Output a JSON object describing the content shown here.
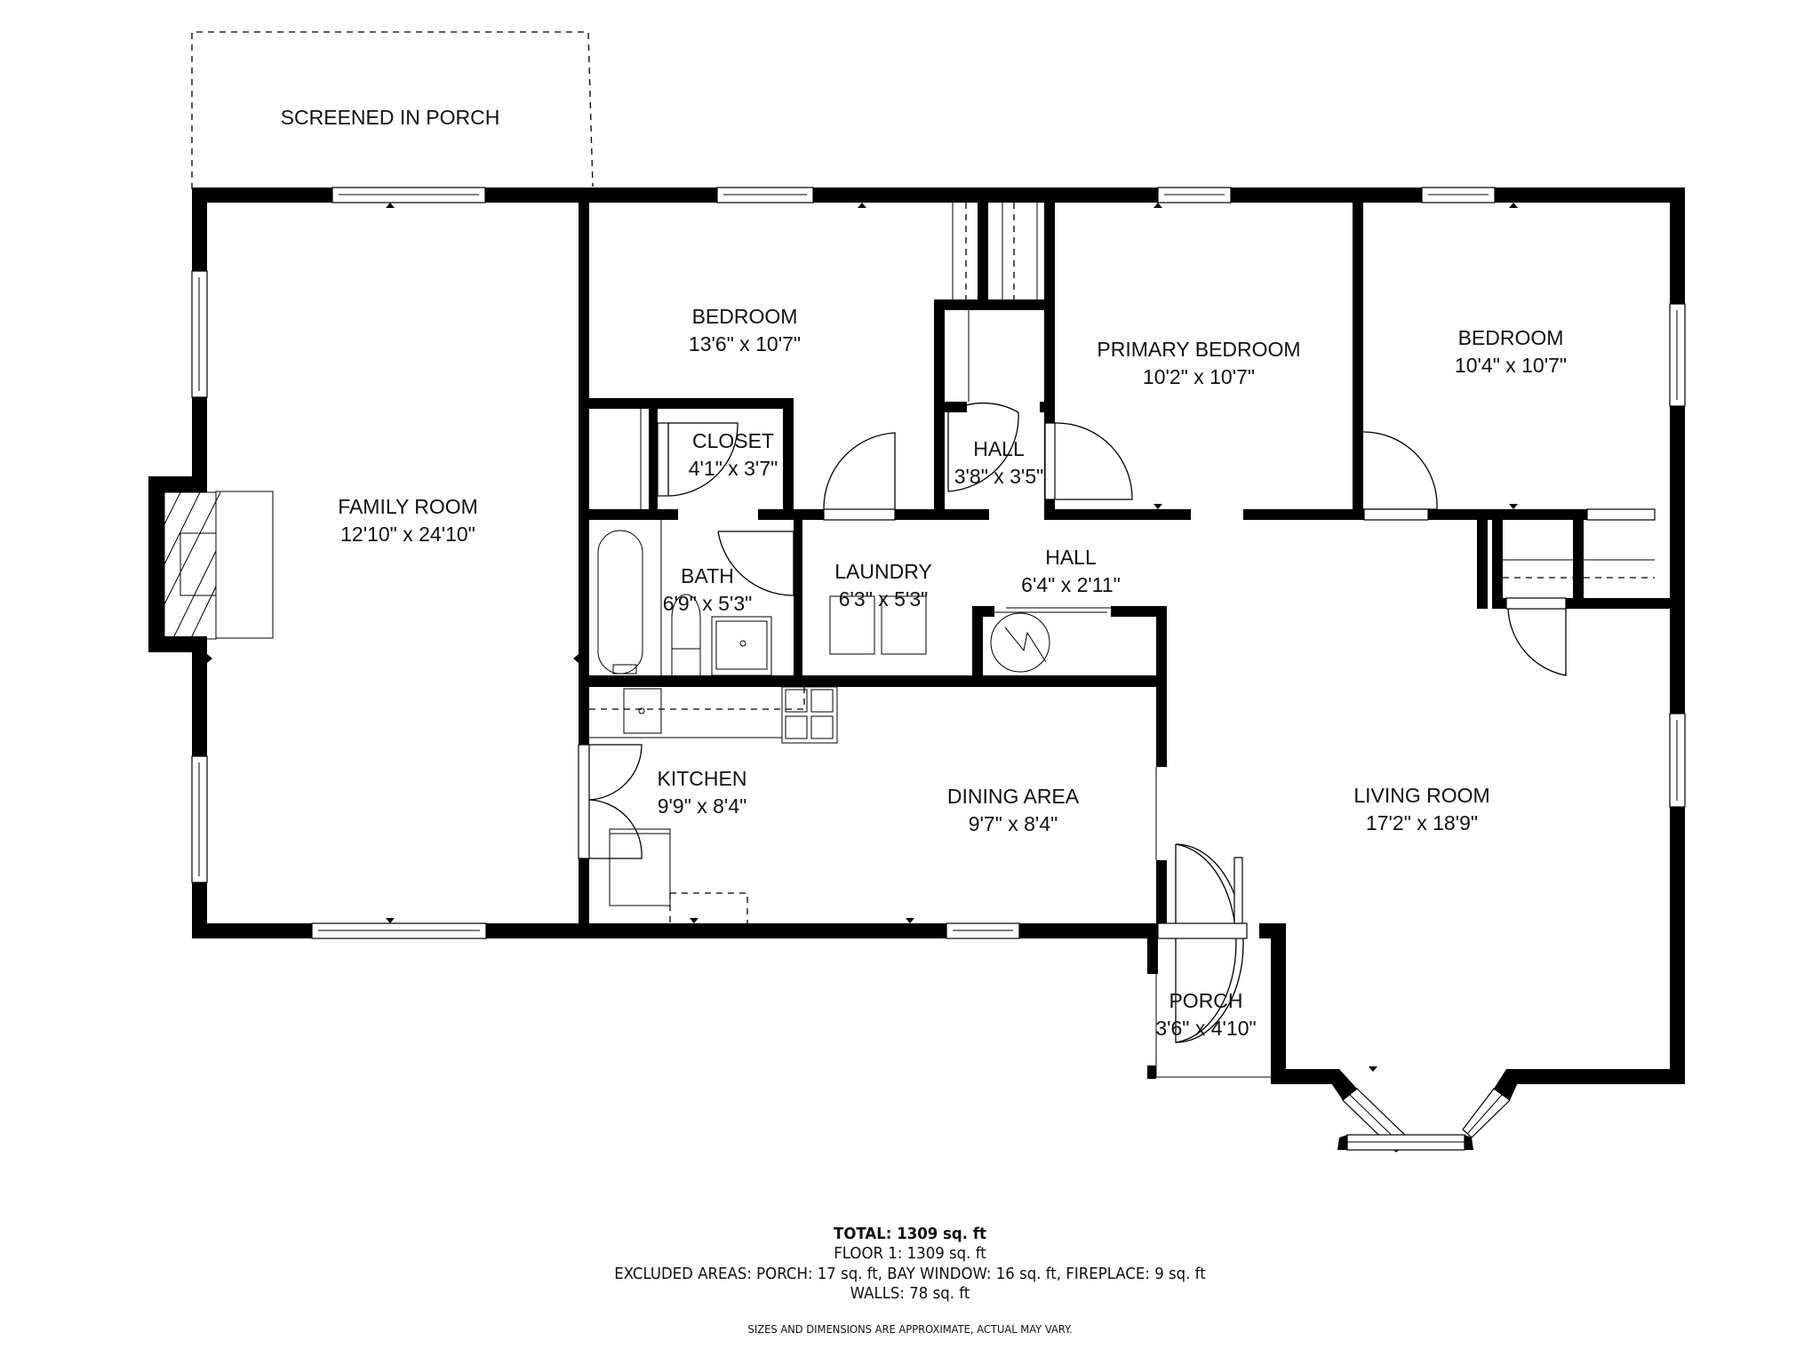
{
  "floor_plan": {
    "rooms": [
      {
        "id": "screened-porch",
        "name": "SCREENED IN PORCH",
        "dimensions": ""
      },
      {
        "id": "family-room",
        "name": "FAMILY ROOM",
        "dimensions": "12'10\" x 24'10\""
      },
      {
        "id": "bedroom-1",
        "name": "BEDROOM",
        "dimensions": "13'6\" x 10'7\""
      },
      {
        "id": "primary-bedroom",
        "name": "PRIMARY BEDROOM",
        "dimensions": "10'2\" x 10'7\""
      },
      {
        "id": "bedroom-2",
        "name": "BEDROOM",
        "dimensions": "10'4\" x 10'7\""
      },
      {
        "id": "closet",
        "name": "CLOSET",
        "dimensions": "4'1\" x 3'7\""
      },
      {
        "id": "hall-1",
        "name": "HALL",
        "dimensions": "3'8\" x 3'5\""
      },
      {
        "id": "bath",
        "name": "BATH",
        "dimensions": "6'9\" x 5'3\""
      },
      {
        "id": "laundry",
        "name": "LAUNDRY",
        "dimensions": "6'3\" x 5'3\""
      },
      {
        "id": "hall-2",
        "name": "HALL",
        "dimensions": "6'4\" x 2'11\""
      },
      {
        "id": "kitchen",
        "name": "KITCHEN",
        "dimensions": "9'9\" x 8'4\""
      },
      {
        "id": "dining-area",
        "name": "DINING AREA",
        "dimensions": "9'7\" x 8'4\""
      },
      {
        "id": "living-room",
        "name": "LIVING ROOM",
        "dimensions": "17'2\" x 18'9\""
      },
      {
        "id": "porch",
        "name": "PORCH",
        "dimensions": "3'6\" x 4'10\""
      }
    ],
    "summary": {
      "total": "TOTAL: 1309 sq. ft",
      "floor1": "FLOOR 1: 1309 sq. ft",
      "excluded": "EXCLUDED AREAS: PORCH: 17 sq. ft, BAY WINDOW: 16 sq. ft, FIREPLACE: 9 sq. ft",
      "walls": "WALLS: 78 sq. ft",
      "disclaimer": "SIZES AND DIMENSIONS ARE APPROXIMATE, ACTUAL MAY VARY."
    },
    "colors": {
      "wall": "#000000",
      "background": "#ffffff",
      "text": "#111111"
    }
  }
}
